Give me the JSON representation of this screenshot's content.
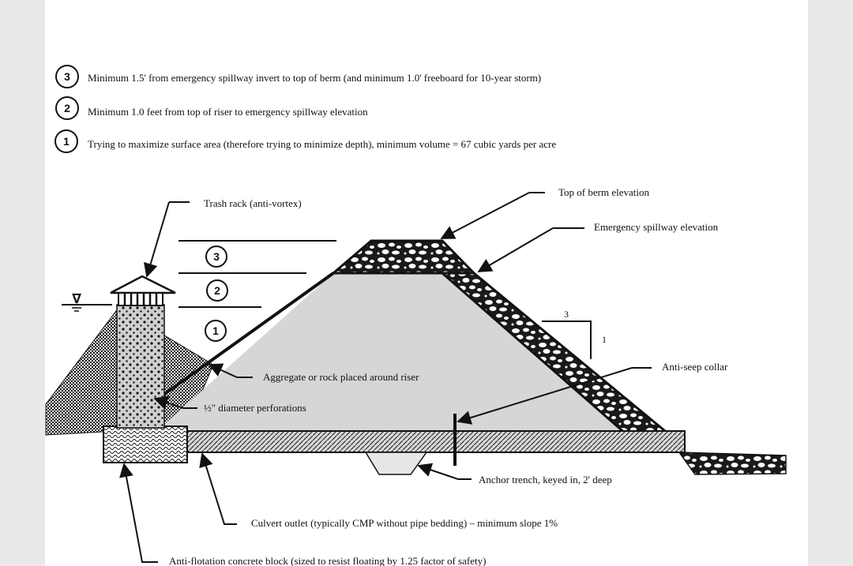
{
  "notes": [
    {
      "num": "3",
      "text": "Minimum 1.5' from emergency spillway invert to top of berm (and minimum 1.0' freeboard for 10-year storm)"
    },
    {
      "num": "2",
      "text": "Minimum 1.0 feet from top of riser to emergency spillway elevation"
    },
    {
      "num": "1",
      "text": "Trying to maximize surface area (therefore trying to minimize depth), minimum volume = 67 cubic yards per acre"
    }
  ],
  "labels": {
    "trash_rack": "Trash rack (anti-vortex)",
    "top_of_berm": "Top of berm elevation",
    "emergency_spillway": "Emergency spillway elevation",
    "aggregate": "Aggregate or rock placed around riser",
    "perforations": "½\" diameter perforations",
    "anti_seep": "Anti-seep collar",
    "anchor_trench": "Anchor trench, keyed in, 2' deep",
    "culvert": "Culvert outlet (typically CMP without pipe bedding) – minimum slope 1%",
    "anti_flotation": "Anti-flotation concrete block (sized to resist floating by 1.25 factor of safety)"
  },
  "zones": [
    "3",
    "2",
    "1"
  ],
  "slope": {
    "run": "3",
    "rise": "1"
  },
  "water_symbol": "∇"
}
